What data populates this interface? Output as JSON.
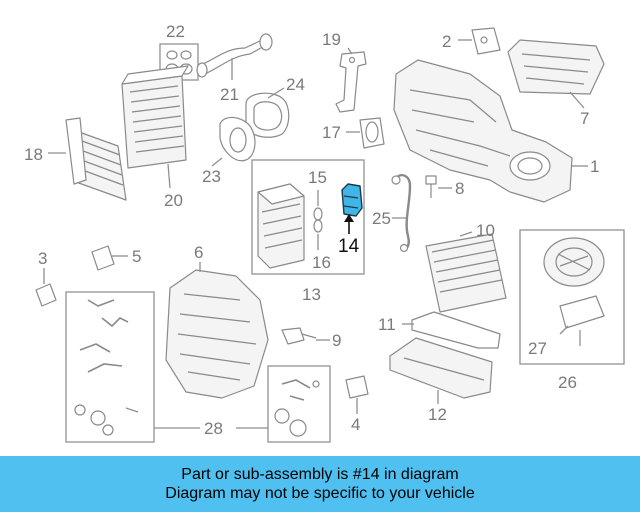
{
  "diagram": {
    "highlight_color": "#3fb6e6",
    "highlighted_part": "14",
    "callouts": [
      "1",
      "2",
      "3",
      "4",
      "5",
      "6",
      "7",
      "8",
      "9",
      "10",
      "11",
      "12",
      "13",
      "14",
      "15",
      "16",
      "17",
      "18",
      "19",
      "20",
      "21",
      "22",
      "23",
      "24",
      "25",
      "26",
      "27",
      "28"
    ]
  },
  "banner": {
    "line1": "Part or sub-assembly is #14 in diagram",
    "line2": "Diagram may not be specific to your vehicle",
    "background": "#4fc0f0"
  }
}
